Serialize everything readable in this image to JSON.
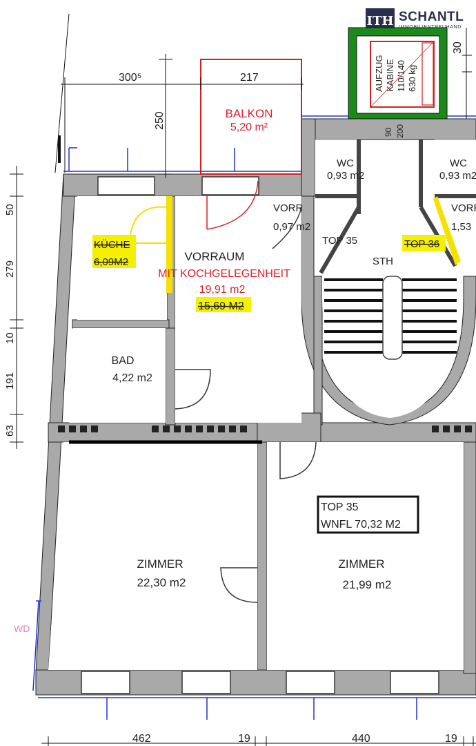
{
  "logo": {
    "mark": "ITH",
    "name": "SCHANTL",
    "subtitle": "IMMOBILIENTREUHAND"
  },
  "dimensions": {
    "top_left": "300⁵",
    "top_balcony": "217",
    "balcony_depth": "250",
    "right_top": "30",
    "elevator_90": "90",
    "elevator_200": "200",
    "left_50": "50",
    "left_279": "279",
    "left_10": "10",
    "left_191": "191",
    "left_63": "63",
    "bottom_462": "462",
    "bottom_19a": "19",
    "bottom_440": "440",
    "bottom_19b": "19"
  },
  "elevator": {
    "line1": "AUFZUG",
    "line2": "KABINE",
    "line3": "110/140",
    "line4": "630 kg"
  },
  "rooms": {
    "balkon": {
      "name": "BALKON",
      "area": "5,20 m²"
    },
    "wc_left": {
      "name": "WC",
      "area": "0,93 m2"
    },
    "wc_right": {
      "name": "WC",
      "area": "0,93 m2"
    },
    "vorr_left": {
      "name": "VORR",
      "area": "0,97 m2"
    },
    "vorr_right": {
      "name": "VORR",
      "area": "1,53"
    },
    "kueche": {
      "name": "KÜCHE",
      "area": "6,09M2"
    },
    "vorraum": {
      "name": "VORRAUM",
      "subtitle": "MIT KOCHGELEGENHEIT",
      "area": "19,91 m2",
      "area_old": "15,69 M2"
    },
    "bad": {
      "name": "BAD",
      "area": "4,22 m2"
    },
    "zimmer_left": {
      "name": "ZIMMER",
      "area": "22,30 m2"
    },
    "zimmer_right": {
      "name": "ZIMMER",
      "area": "21,99 m2"
    }
  },
  "labels": {
    "top35": "TOP 35",
    "top36": "TOP 36",
    "sth": "STH",
    "wd": "WD"
  },
  "summary_box": {
    "line1": "TOP 35",
    "line2": "WNFL 70,32 M2"
  }
}
